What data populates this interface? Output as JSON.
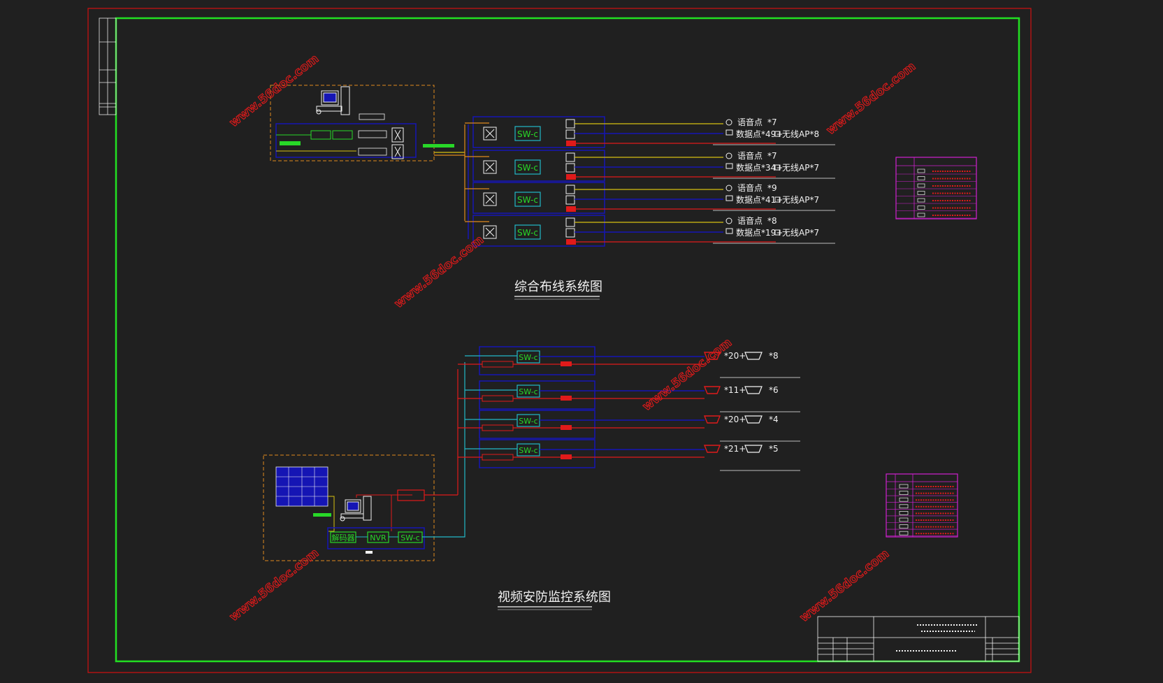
{
  "colors": {
    "background": "#202020",
    "outer_frame": "#d01010",
    "inner_frame": "#22e022",
    "blue": "#1515b4",
    "orange": "#e08a1e",
    "cyan": "#22b8c8",
    "green": "#28d828",
    "red": "#e01a1a",
    "yellow": "#d6c010",
    "magenta": "#d020d0",
    "white": "#f2f2f2",
    "watermark": "#e01a1a"
  },
  "titles": {
    "cabling": "综合布线系统图",
    "cctv": "视频安防监控系统图"
  },
  "watermark": "www.56doc.com",
  "cabling": {
    "switch_label": "SW-c",
    "rows": [
      {
        "voice": "语音点",
        "voice_count": "*7",
        "data": "数据点*49+",
        "ap": "无线AP*8"
      },
      {
        "voice": "语音点",
        "voice_count": "*7",
        "data": "数据点*34+",
        "ap": "无线AP*7"
      },
      {
        "voice": "语音点",
        "voice_count": "*9",
        "data": "数据点*41+",
        "ap": "无线AP*7"
      },
      {
        "voice": "语音点",
        "voice_count": "*8",
        "data": "数据点*19+",
        "ap": "无线AP*7"
      }
    ]
  },
  "cctv": {
    "switch_label": "SW-c",
    "rows": [
      {
        "count_a": "*20+",
        "count_b": "*8"
      },
      {
        "count_a": "*11+",
        "count_b": "*6"
      },
      {
        "count_a": "*20+",
        "count_b": "*4"
      },
      {
        "count_a": "*21+",
        "count_b": "*5"
      }
    ],
    "decoder": "解码器",
    "nvr": "NVR",
    "core_switch": "SW-c"
  }
}
